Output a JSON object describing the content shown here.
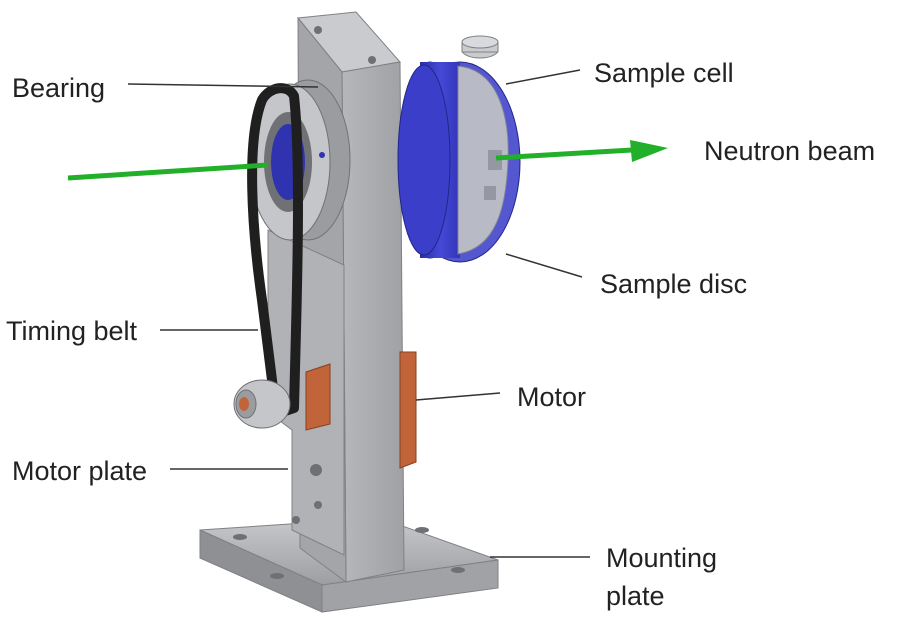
{
  "labels": {
    "bearing": "Bearing",
    "sample_cell": "Sample cell",
    "neutron_beam": "Neutron beam",
    "sample_disc": "Sample disc",
    "timing_belt": "Timing belt",
    "motor": "Motor",
    "motor_plate": "Motor plate",
    "mounting_plate_line1": "Mounting",
    "mounting_plate_line2": "plate"
  },
  "colors": {
    "beam": "#22b02a",
    "steel": "#a9abae",
    "steel_dark": "#8d8f92",
    "steel_light": "#c4c6c9",
    "disc_blue": "#3a3ec8",
    "cell_grey": "#b8bac6",
    "belt": "#1f1f1f",
    "motor_copper": "#c2643a",
    "leader": "#333333"
  }
}
